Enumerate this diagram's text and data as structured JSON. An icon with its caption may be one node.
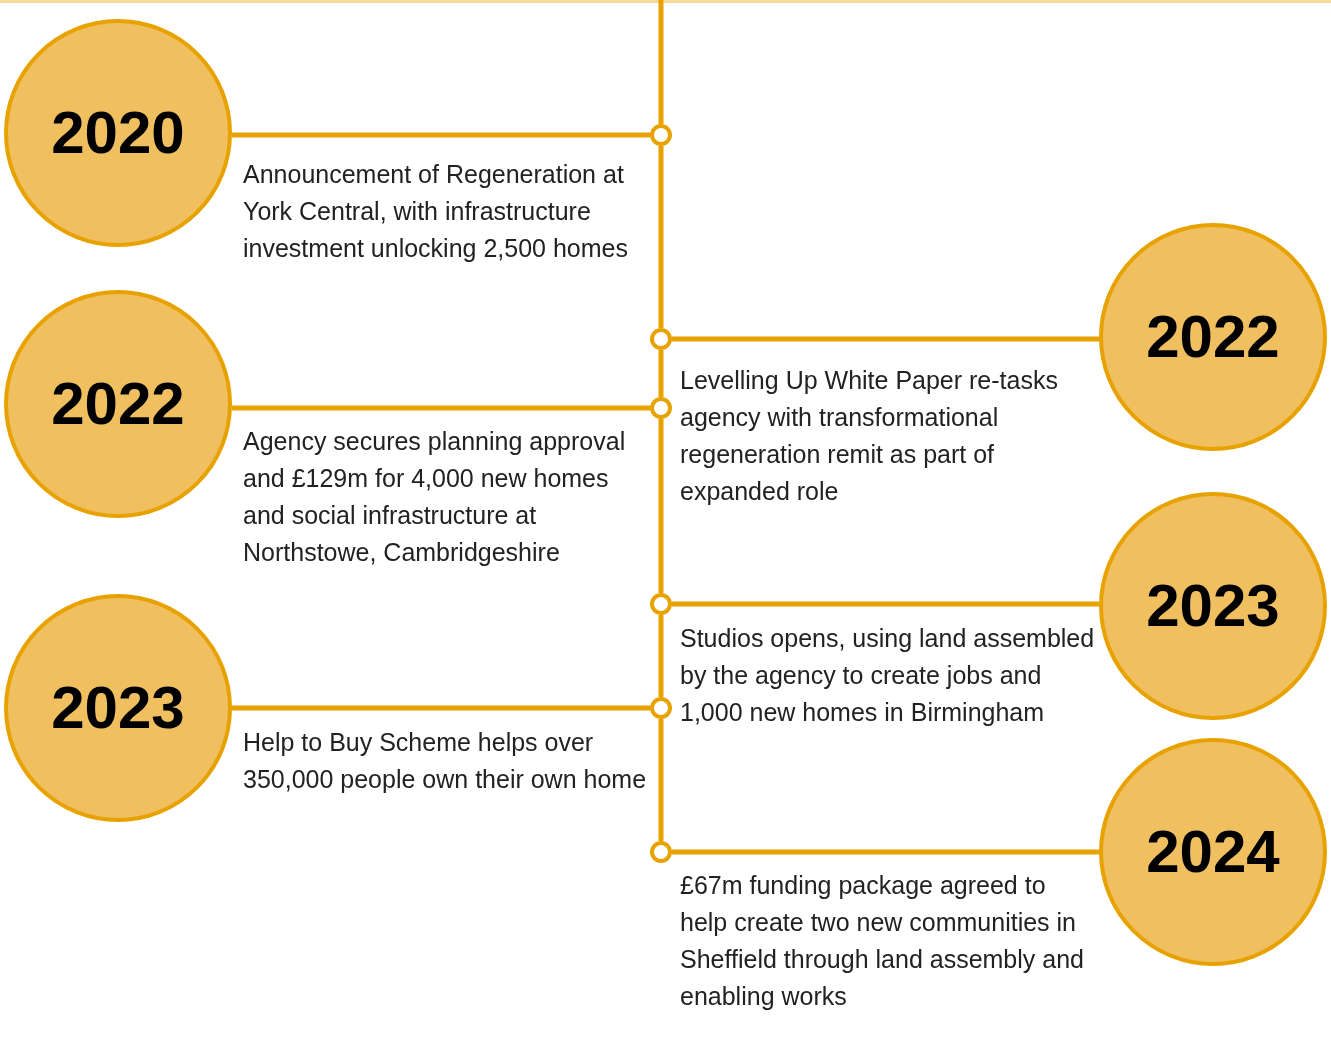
{
  "diagram": {
    "nodes": [
      {
        "text": [
          "2020"
        ],
        "beside": [
          "Announcement of Regeneration at York Central, with infrastructure investment unlocking 2,500 homes"
        ]
      },
      {
        "text": [],
        "shape": "circle"
      },
      {
        "text": [
          "2022"
        ]
      },
      {
        "text": [],
        "shape": "circle"
      },
      {
        "text": [
          "2022"
        ],
        "beside": [
          "Agency secures planning approval and £129m for 4,000 new homes and social infrastructure at Northstowe, Cambridgeshire"
        ]
      },
      {
        "text": [],
        "shape": "circle"
      },
      {
        "text": [
          "2023"
        ],
        "beside": [
          "Studios opens, using land assembled by the agency to create jobs and 1,000 new homes in Birmingham"
        ]
      },
      {
        "text": [],
        "shape": "circle"
      },
      {
        "text": [
          "2023"
        ],
        "beside": [
          "Help to Buy Scheme helps over 350,000 people own their own home"
        ]
      },
      {
        "text": [],
        "shape": "circle"
      },
      {
        "text": [
          "2024"
        ],
        "beside": [
          "£67m funding package agreed to help create two new communities in Sheffield through land assembly and enabling works"
        ]
      },
      {
        "text": [],
        "shape": "circle"
      }
    ],
    "edges": [
      {
        "from": 0,
        "to": 1,
        "arrow": "none"
      },
      {
        "from": 2,
        "to": 3,
        "arrow": "none"
      },
      {
        "from": 4,
        "to": 5,
        "arrow": "none"
      },
      {
        "from": 6,
        "to": 7,
        "arrow": "none"
      },
      {
        "from": 8,
        "to": 9,
        "arrow": "none"
      },
      {
        "from": 10,
        "to": 11,
        "arrow": "none"
      },
      {
        "from": null,
        "to": 1,
        "arrow": "none"
      },
      {
        "from": 1,
        "to": 3,
        "arrow": "none"
      },
      {
        "from": 3,
        "to": 5,
        "arrow": "none"
      },
      {
        "from": 5,
        "to": 7,
        "arrow": "none"
      },
      {
        "from": 7,
        "to": 9,
        "arrow": "none"
      },
      {
        "from": 9,
        "to": 11,
        "arrow": "none"
      }
    ],
    "labels": [
      "Levelling Up White Paper re-tasks agency with transformational regeneration remit as part of expanded role"
    ]
  }
}
